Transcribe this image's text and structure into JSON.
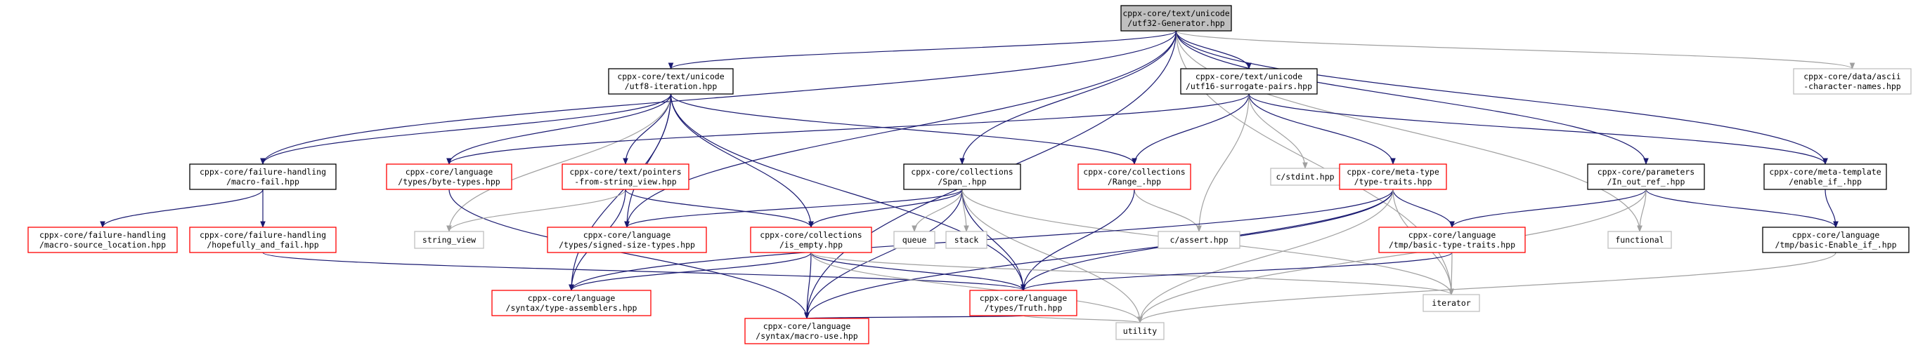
{
  "colors": {
    "edge": "#191970",
    "edge_grey": "#a0a0a0",
    "black_border": "#000000",
    "red_border": "#ff0000",
    "grey_border": "#bfbfbf",
    "root_fill": "#bfbfbf"
  },
  "nodes": {
    "utf32_generator": {
      "lines": [
        "cppx-core/text/unicode",
        "/utf32-Generator.hpp"
      ],
      "style": "root"
    },
    "utf8_iteration": {
      "lines": [
        "cppx-core/text/unicode",
        "/utf8-iteration.hpp"
      ],
      "style": "black"
    },
    "utf16_surrogate_pairs": {
      "lines": [
        "cppx-core/text/unicode",
        "/utf16-surrogate-pairs.hpp"
      ],
      "style": "black"
    },
    "ascii_character_names": {
      "lines": [
        "cppx-core/data/ascii",
        "-character-names.hpp"
      ],
      "style": "grey"
    },
    "macro_fail": {
      "lines": [
        "cppx-core/failure-handling",
        "/macro-fail.hpp"
      ],
      "style": "black"
    },
    "byte_types": {
      "lines": [
        "cppx-core/language",
        "/types/byte-types.hpp"
      ],
      "style": "red"
    },
    "pointers_from_string_view": {
      "lines": [
        "cppx-core/text/pointers",
        "-from-string_view.hpp"
      ],
      "style": "red"
    },
    "span": {
      "lines": [
        "cppx-core/collections",
        "/Span_.hpp"
      ],
      "style": "black"
    },
    "range": {
      "lines": [
        "cppx-core/collections",
        "/Range_.hpp"
      ],
      "style": "red"
    },
    "cstdint": {
      "lines": [
        "c/stdint.hpp"
      ],
      "style": "grey"
    },
    "type_traits": {
      "lines": [
        "cppx-core/meta-type",
        "/type-traits.hpp"
      ],
      "style": "red"
    },
    "in_out_ref": {
      "lines": [
        "cppx-core/parameters",
        "/In_out_ref_.hpp"
      ],
      "style": "black"
    },
    "enable_if": {
      "lines": [
        "cppx-core/meta-template",
        "/enable_if_.hpp"
      ],
      "style": "black"
    },
    "macro_source_location": {
      "lines": [
        "cppx-core/failure-handling",
        "/macro-source_location.hpp"
      ],
      "style": "red"
    },
    "hopefully_and_fail": {
      "lines": [
        "cppx-core/failure-handling",
        "/hopefully_and_fail.hpp"
      ],
      "style": "red"
    },
    "string_view": {
      "lines": [
        "string_view"
      ],
      "style": "grey"
    },
    "signed_size_types": {
      "lines": [
        "cppx-core/language",
        "/types/signed-size-types.hpp"
      ],
      "style": "red"
    },
    "queue": {
      "lines": [
        "queue"
      ],
      "style": "grey"
    },
    "stack": {
      "lines": [
        "stack"
      ],
      "style": "grey"
    },
    "is_empty": {
      "lines": [
        "cppx-core/collections",
        "/is_empty.hpp"
      ],
      "style": "red"
    },
    "cassert": {
      "lines": [
        "c/assert.hpp"
      ],
      "style": "grey"
    },
    "basic_type_traits": {
      "lines": [
        "cppx-core/language",
        "/tmp/basic-type-traits.hpp"
      ],
      "style": "red"
    },
    "functional": {
      "lines": [
        "functional"
      ],
      "style": "grey"
    },
    "basic_enable_if": {
      "lines": [
        "cppx-core/language",
        "/tmp/basic-Enable_if_.hpp"
      ],
      "style": "black"
    },
    "type_assemblers": {
      "lines": [
        "cppx-core/language",
        "/syntax/type-assemblers.hpp"
      ],
      "style": "red"
    },
    "truth": {
      "lines": [
        "cppx-core/language",
        "/types/Truth.hpp"
      ],
      "style": "red"
    },
    "iterator": {
      "lines": [
        "iterator"
      ],
      "style": "grey"
    },
    "macro_use": {
      "lines": [
        "cppx-core/language",
        "/syntax/macro-use.hpp"
      ],
      "style": "red"
    },
    "utility": {
      "lines": [
        "utility"
      ],
      "style": "grey"
    }
  },
  "edges": [
    [
      "utf32_generator",
      "utf8_iteration"
    ],
    [
      "utf32_generator",
      "utf16_surrogate_pairs"
    ],
    [
      "utf32_generator",
      "ascii_character_names"
    ],
    [
      "utf32_generator",
      "macro_fail"
    ],
    [
      "utf32_generator",
      "signed_size_types"
    ],
    [
      "utf32_generator",
      "span"
    ],
    [
      "utf32_generator",
      "in_out_ref"
    ],
    [
      "utf32_generator",
      "enable_if"
    ],
    [
      "utf32_generator",
      "functional"
    ],
    [
      "utf32_generator",
      "iterator"
    ],
    [
      "utf32_generator",
      "macro_use"
    ],
    [
      "utf8_iteration",
      "macro_fail"
    ],
    [
      "utf8_iteration",
      "byte_types"
    ],
    [
      "utf8_iteration",
      "pointers_from_string_view"
    ],
    [
      "utf8_iteration",
      "range"
    ],
    [
      "utf8_iteration",
      "string_view"
    ],
    [
      "utf8_iteration",
      "signed_size_types"
    ],
    [
      "utf8_iteration",
      "is_empty"
    ],
    [
      "utf8_iteration",
      "type_assemblers"
    ],
    [
      "utf8_iteration",
      "truth"
    ],
    [
      "utf16_surrogate_pairs",
      "byte_types"
    ],
    [
      "utf16_surrogate_pairs",
      "range"
    ],
    [
      "utf16_surrogate_pairs",
      "cstdint"
    ],
    [
      "utf16_surrogate_pairs",
      "type_traits"
    ],
    [
      "utf16_surrogate_pairs",
      "cassert"
    ],
    [
      "utf16_surrogate_pairs",
      "enable_if"
    ],
    [
      "macro_fail",
      "macro_source_location"
    ],
    [
      "macro_fail",
      "hopefully_and_fail"
    ],
    [
      "byte_types",
      "macro_use"
    ],
    [
      "pointers_from_string_view",
      "string_view"
    ],
    [
      "pointers_from_string_view",
      "is_empty"
    ],
    [
      "pointers_from_string_view",
      "type_assemblers"
    ],
    [
      "span",
      "signed_size_types"
    ],
    [
      "span",
      "queue"
    ],
    [
      "span",
      "stack"
    ],
    [
      "span",
      "is_empty"
    ],
    [
      "span",
      "truth"
    ],
    [
      "span",
      "iterator"
    ],
    [
      "span",
      "macro_use"
    ],
    [
      "span",
      "utility"
    ],
    [
      "range",
      "cassert"
    ],
    [
      "range",
      "truth"
    ],
    [
      "type_traits",
      "basic_type_traits"
    ],
    [
      "type_traits",
      "type_assemblers"
    ],
    [
      "type_traits",
      "truth"
    ],
    [
      "type_traits",
      "iterator"
    ],
    [
      "type_traits",
      "macro_use"
    ],
    [
      "type_traits",
      "utility"
    ],
    [
      "in_out_ref",
      "basic_type_traits"
    ],
    [
      "in_out_ref",
      "basic_enable_if"
    ],
    [
      "in_out_ref",
      "functional"
    ],
    [
      "in_out_ref",
      "utility"
    ],
    [
      "enable_if",
      "basic_enable_if"
    ],
    [
      "hopefully_and_fail",
      "truth"
    ],
    [
      "is_empty",
      "type_assemblers"
    ],
    [
      "is_empty",
      "truth"
    ],
    [
      "is_empty",
      "iterator"
    ],
    [
      "is_empty",
      "macro_use"
    ],
    [
      "is_empty",
      "utility"
    ],
    [
      "basic_type_traits",
      "truth"
    ],
    [
      "basic_type_traits",
      "iterator"
    ],
    [
      "basic_enable_if",
      "utility"
    ],
    [
      "truth",
      "macro_use"
    ],
    [
      "truth",
      "utility"
    ]
  ]
}
